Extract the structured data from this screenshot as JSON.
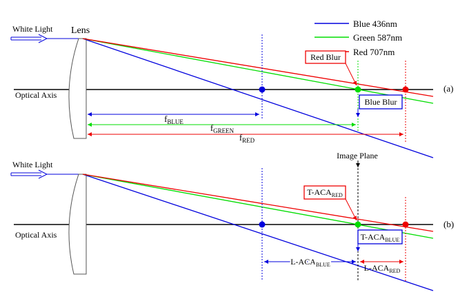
{
  "legend": {
    "items": [
      {
        "label": "Blue 436nm",
        "color": "#0000dd"
      },
      {
        "label": "Green 587nm",
        "color": "#00dd00"
      },
      {
        "label": "Red 707nm",
        "color": "#ee0000"
      }
    ]
  },
  "colors": {
    "blue": "#0000dd",
    "green": "#00dd00",
    "red": "#ee0000",
    "axis": "#000000"
  },
  "panel_a": {
    "tag": "(a)",
    "white_light": "White Light",
    "lens": "Lens",
    "optical_axis": "Optical Axis",
    "red_blur": "Red Blur",
    "blue_blur": "Blue Blur",
    "f_blue": {
      "base": "f",
      "sub": "BLUE"
    },
    "f_green": {
      "base": "f",
      "sub": "GREEN"
    },
    "f_red": {
      "base": "f",
      "sub": "RED"
    }
  },
  "panel_b": {
    "tag": "(b)",
    "white_light": "White Light",
    "optical_axis": "Optical Axis",
    "image_plane": "Image Plane",
    "t_aca_red": {
      "base": "T-ACA",
      "sub": "RED"
    },
    "t_aca_blue": {
      "base": "T-ACA",
      "sub": "BLUE"
    },
    "l_aca_blue": {
      "base": "L-ACA",
      "sub": "BLUE"
    },
    "l_aca_red": {
      "base": "L-ACA",
      "sub": "RED"
    }
  }
}
